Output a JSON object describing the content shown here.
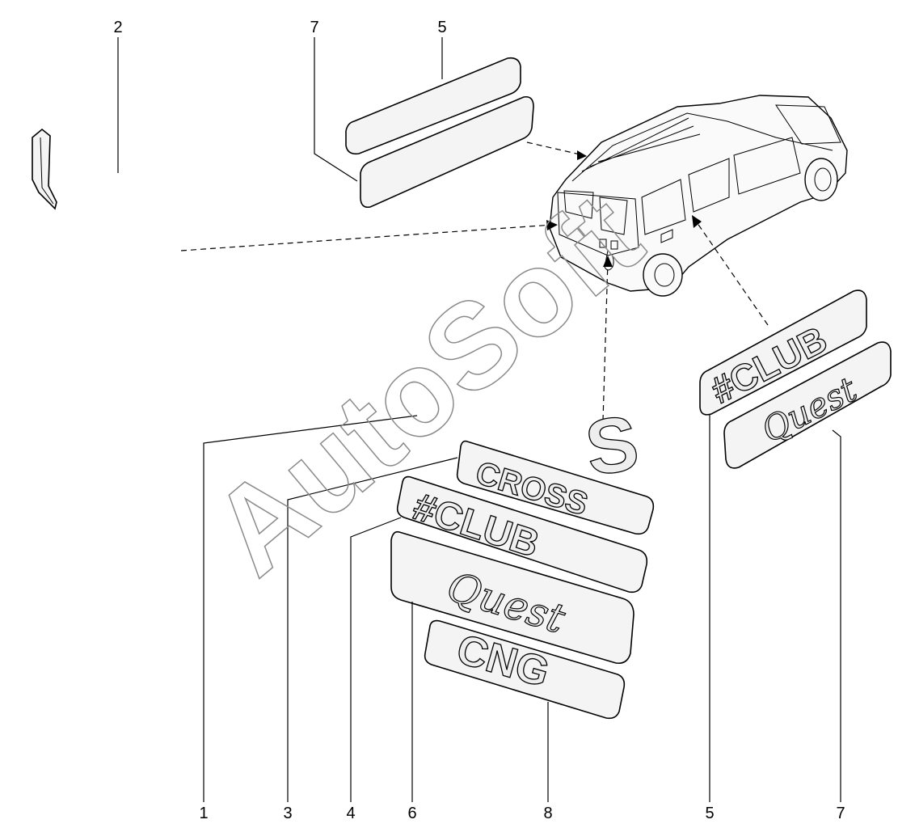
{
  "callouts": {
    "top": [
      "2",
      "7",
      "5"
    ],
    "bottom": [
      "1",
      "3",
      "4",
      "6",
      "8",
      "5",
      "7"
    ]
  },
  "emblems": {
    "club_front": "#CLUB",
    "quest_front": "Quest",
    "s_badge": "S",
    "cross": "CROSS",
    "club_side": "#CLUB",
    "quest_side": "Quest",
    "cng": "CNG"
  },
  "watermark": "AutoSoft"
}
